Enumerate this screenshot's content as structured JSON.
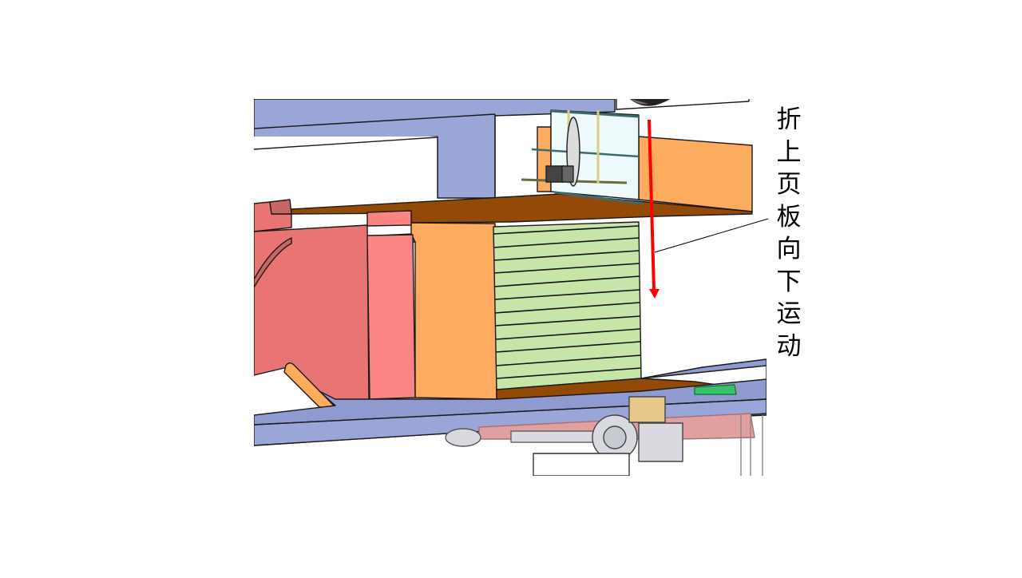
{
  "slide": {
    "background": "#ffffff",
    "annotation": {
      "text": "折上页板向下运动",
      "characters": [
        "折",
        "上",
        "页",
        "板",
        "向",
        "下",
        "运",
        "动"
      ],
      "orientation": "vertical",
      "color": "#000000"
    },
    "arrow": {
      "direction": "down",
      "color": "#ff0000",
      "meaning": "motion of folding upper page board"
    },
    "leader_line": {
      "color": "#000000"
    }
  },
  "diagram": {
    "type": "CAD mechanical assembly rendering",
    "components": [
      {
        "name": "top blue frame beam",
        "color": "#9aa6d8"
      },
      {
        "name": "upper orange folding board",
        "color": "#fdab5e"
      },
      {
        "name": "brown top plate",
        "color": "#934a06"
      },
      {
        "name": "green stacked sheets",
        "color": "#c6e5a6"
      },
      {
        "name": "orange side wall",
        "color": "#fdab5e"
      },
      {
        "name": "red left guide",
        "color": "#e87474"
      },
      {
        "name": "pink guide plate",
        "color": "#fb8585"
      },
      {
        "name": "blue base conveyor",
        "color": "#8f9bd0"
      },
      {
        "name": "motor and drive unit",
        "color": "#d9dde3"
      },
      {
        "name": "yellow bracket",
        "color": "#e8c98a"
      },
      {
        "name": "glass frame mechanism",
        "color": "#eef9fb"
      }
    ]
  }
}
